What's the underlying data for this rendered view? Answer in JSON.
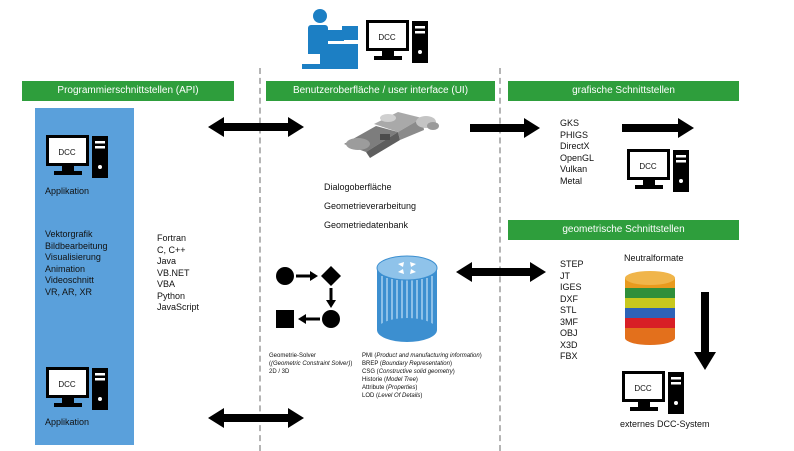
{
  "top_icons": {
    "dcc_label": "DCC"
  },
  "headers": {
    "api": "Programmierschnittstellen (API)",
    "ui": "Benutzeroberfläche / user interface (UI)",
    "graphic": "grafische Schnittstellen",
    "geometric": "geometrische Schnittstellen"
  },
  "left_panel": {
    "top_dcc": "DCC",
    "top_app": "Applikation",
    "uses": [
      "Vektorgrafik",
      "Bildbearbeitung",
      "Visualisierung",
      "Animation",
      "Videoschnitt",
      "VR, AR, XR"
    ],
    "bottom_dcc": "DCC",
    "bottom_app": "Applikation"
  },
  "languages": [
    "Fortran",
    "C, C++",
    "Java",
    "VB.NET",
    "VBA",
    "Python",
    "JavaScript"
  ],
  "ui_items": [
    "Dialogoberfläche",
    "Geometrieverarbeitung",
    "Geometriedatenbank"
  ],
  "solver": {
    "title": "Geometrie-Solver",
    "paren": "(Geometric Constraint Solver)",
    "dim": "2D / 3D"
  },
  "database_items": [
    {
      "abbr": "PMI",
      "desc": "Product and manufacturing information"
    },
    {
      "abbr": "BREP",
      "desc": "Boundary Representation"
    },
    {
      "abbr": "CSG",
      "desc": "Constructive solid geometry"
    },
    {
      "abbr": "Historie",
      "desc": "Model Tree"
    },
    {
      "abbr": "Attribute",
      "desc": "Properties"
    },
    {
      "abbr": "LOD",
      "desc": "Level Of Details"
    }
  ],
  "graphic_apis": [
    "GKS",
    "PHIGS",
    "DirectX",
    "OpenGL",
    "Vulkan",
    "Metal"
  ],
  "graphic_dcc": "DCC",
  "formats": [
    "STEP",
    "JT",
    "IGES",
    "DXF",
    "STL",
    "3MF",
    "OBJ",
    "X3D",
    "FBX"
  ],
  "neutral_label": "Neutralformate",
  "external": {
    "dcc": "DCC",
    "label": "externes DCC-System"
  },
  "colors": {
    "header_green": "#2e9e3c",
    "panel_blue": "#5aa0db",
    "user_icon_blue": "#1c7fc4",
    "db_blue": "#3c8fd0"
  }
}
